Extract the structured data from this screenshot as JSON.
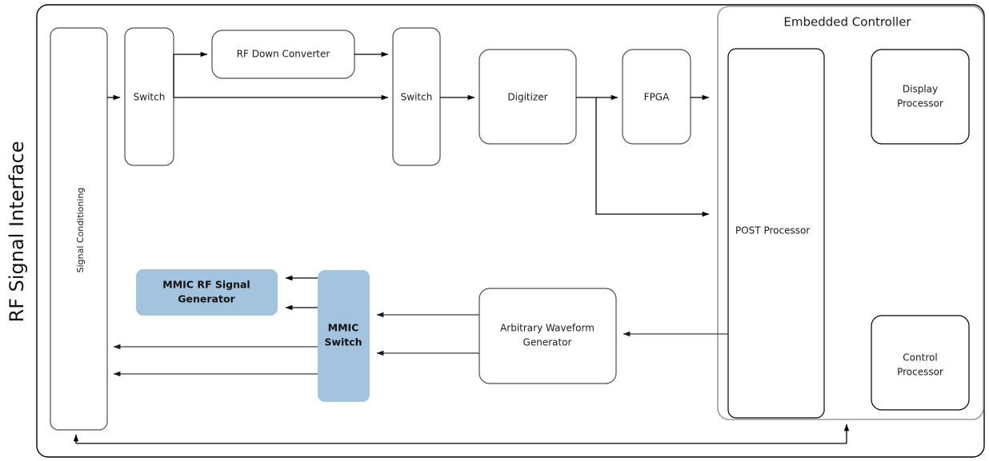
{
  "diagram": {
    "outer_title": "RF Signal Interface",
    "groups": [
      {
        "id": "embedded-controller",
        "label": "Embedded Controller"
      }
    ],
    "blocks": [
      {
        "id": "signal-conditioning",
        "label": "Signal Conditioning",
        "orientation": "vertical",
        "fill": "#ffffff"
      },
      {
        "id": "switch-1",
        "label": "Switch",
        "orientation": "horizontal",
        "fill": "#ffffff"
      },
      {
        "id": "rf-down-converter",
        "label": "RF Down Converter",
        "orientation": "horizontal",
        "fill": "#ffffff"
      },
      {
        "id": "switch-2",
        "label": "Switch",
        "orientation": "horizontal",
        "fill": "#ffffff"
      },
      {
        "id": "digitizer",
        "label": "Digitizer",
        "orientation": "horizontal",
        "fill": "#ffffff"
      },
      {
        "id": "fpga",
        "label": "FPGA",
        "orientation": "horizontal",
        "fill": "#ffffff"
      },
      {
        "id": "post-processor",
        "label": "POST Processor",
        "orientation": "horizontal",
        "fill": "#ffffff"
      },
      {
        "id": "display-processor",
        "label_line1": "Display",
        "label_line2": "Processor",
        "orientation": "horizontal",
        "fill": "#ffffff"
      },
      {
        "id": "control-processor",
        "label_line1": "Control",
        "label_line2": "Processor",
        "orientation": "horizontal",
        "fill": "#ffffff"
      },
      {
        "id": "mmic-rf-signal-generator",
        "label_line1": "MMIC RF Signal",
        "label_line2": "Generator",
        "orientation": "horizontal",
        "fill": "#a3c3de"
      },
      {
        "id": "mmic-switch",
        "label_line1": "MMIC",
        "label_line2": "Switch",
        "orientation": "horizontal",
        "fill": "#a3c3de"
      },
      {
        "id": "arbitrary-waveform-generator",
        "label_line1": "Arbitrary Waveform",
        "label_line2": "Generator",
        "orientation": "horizontal",
        "fill": "#ffffff"
      }
    ],
    "labels": {
      "signal_conditioning": "Signal Conditioning",
      "switch_1": "Switch",
      "rf_down_converter": "RF Down Converter",
      "switch_2": "Switch",
      "digitizer": "Digitizer",
      "fpga": "FPGA",
      "post_processor": "POST Processor",
      "display_processor_l1": "Display",
      "display_processor_l2": "Processor",
      "control_processor_l1": "Control",
      "control_processor_l2": "Processor",
      "mmic_gen_l1": "MMIC RF Signal",
      "mmic_gen_l2": "Generator",
      "mmic_switch_l1": "MMIC",
      "mmic_switch_l2": "Switch",
      "awg_l1": "Arbitrary Waveform",
      "awg_l2": "Generator",
      "embedded_controller": "Embedded Controller",
      "outer_title": "RF Signal Interface"
    },
    "colors": {
      "accent_blue": "#a3c3de",
      "block_stroke": "#4d4d4d",
      "group_stroke": "#9a9a9a",
      "wire": "#3a3a3a",
      "background": "#ffffff"
    },
    "connections": [
      {
        "from": "signal-conditioning",
        "to": "switch-1"
      },
      {
        "from": "switch-1",
        "to": "rf-down-converter"
      },
      {
        "from": "switch-1",
        "to": "switch-2"
      },
      {
        "from": "rf-down-converter",
        "to": "switch-2"
      },
      {
        "from": "switch-2",
        "to": "digitizer"
      },
      {
        "from": "digitizer",
        "to": "fpga"
      },
      {
        "from": "digitizer",
        "to": "post-processor"
      },
      {
        "from": "fpga",
        "to": "post-processor"
      },
      {
        "from": "post-processor",
        "to": "arbitrary-waveform-generator"
      },
      {
        "from": "arbitrary-waveform-generator",
        "to": "mmic-switch"
      },
      {
        "from": "mmic-switch",
        "to": "mmic-rf-signal-generator"
      },
      {
        "from": "mmic-switch",
        "to": "signal-conditioning"
      },
      {
        "from": "signal-conditioning",
        "to": "embedded-controller"
      }
    ]
  }
}
